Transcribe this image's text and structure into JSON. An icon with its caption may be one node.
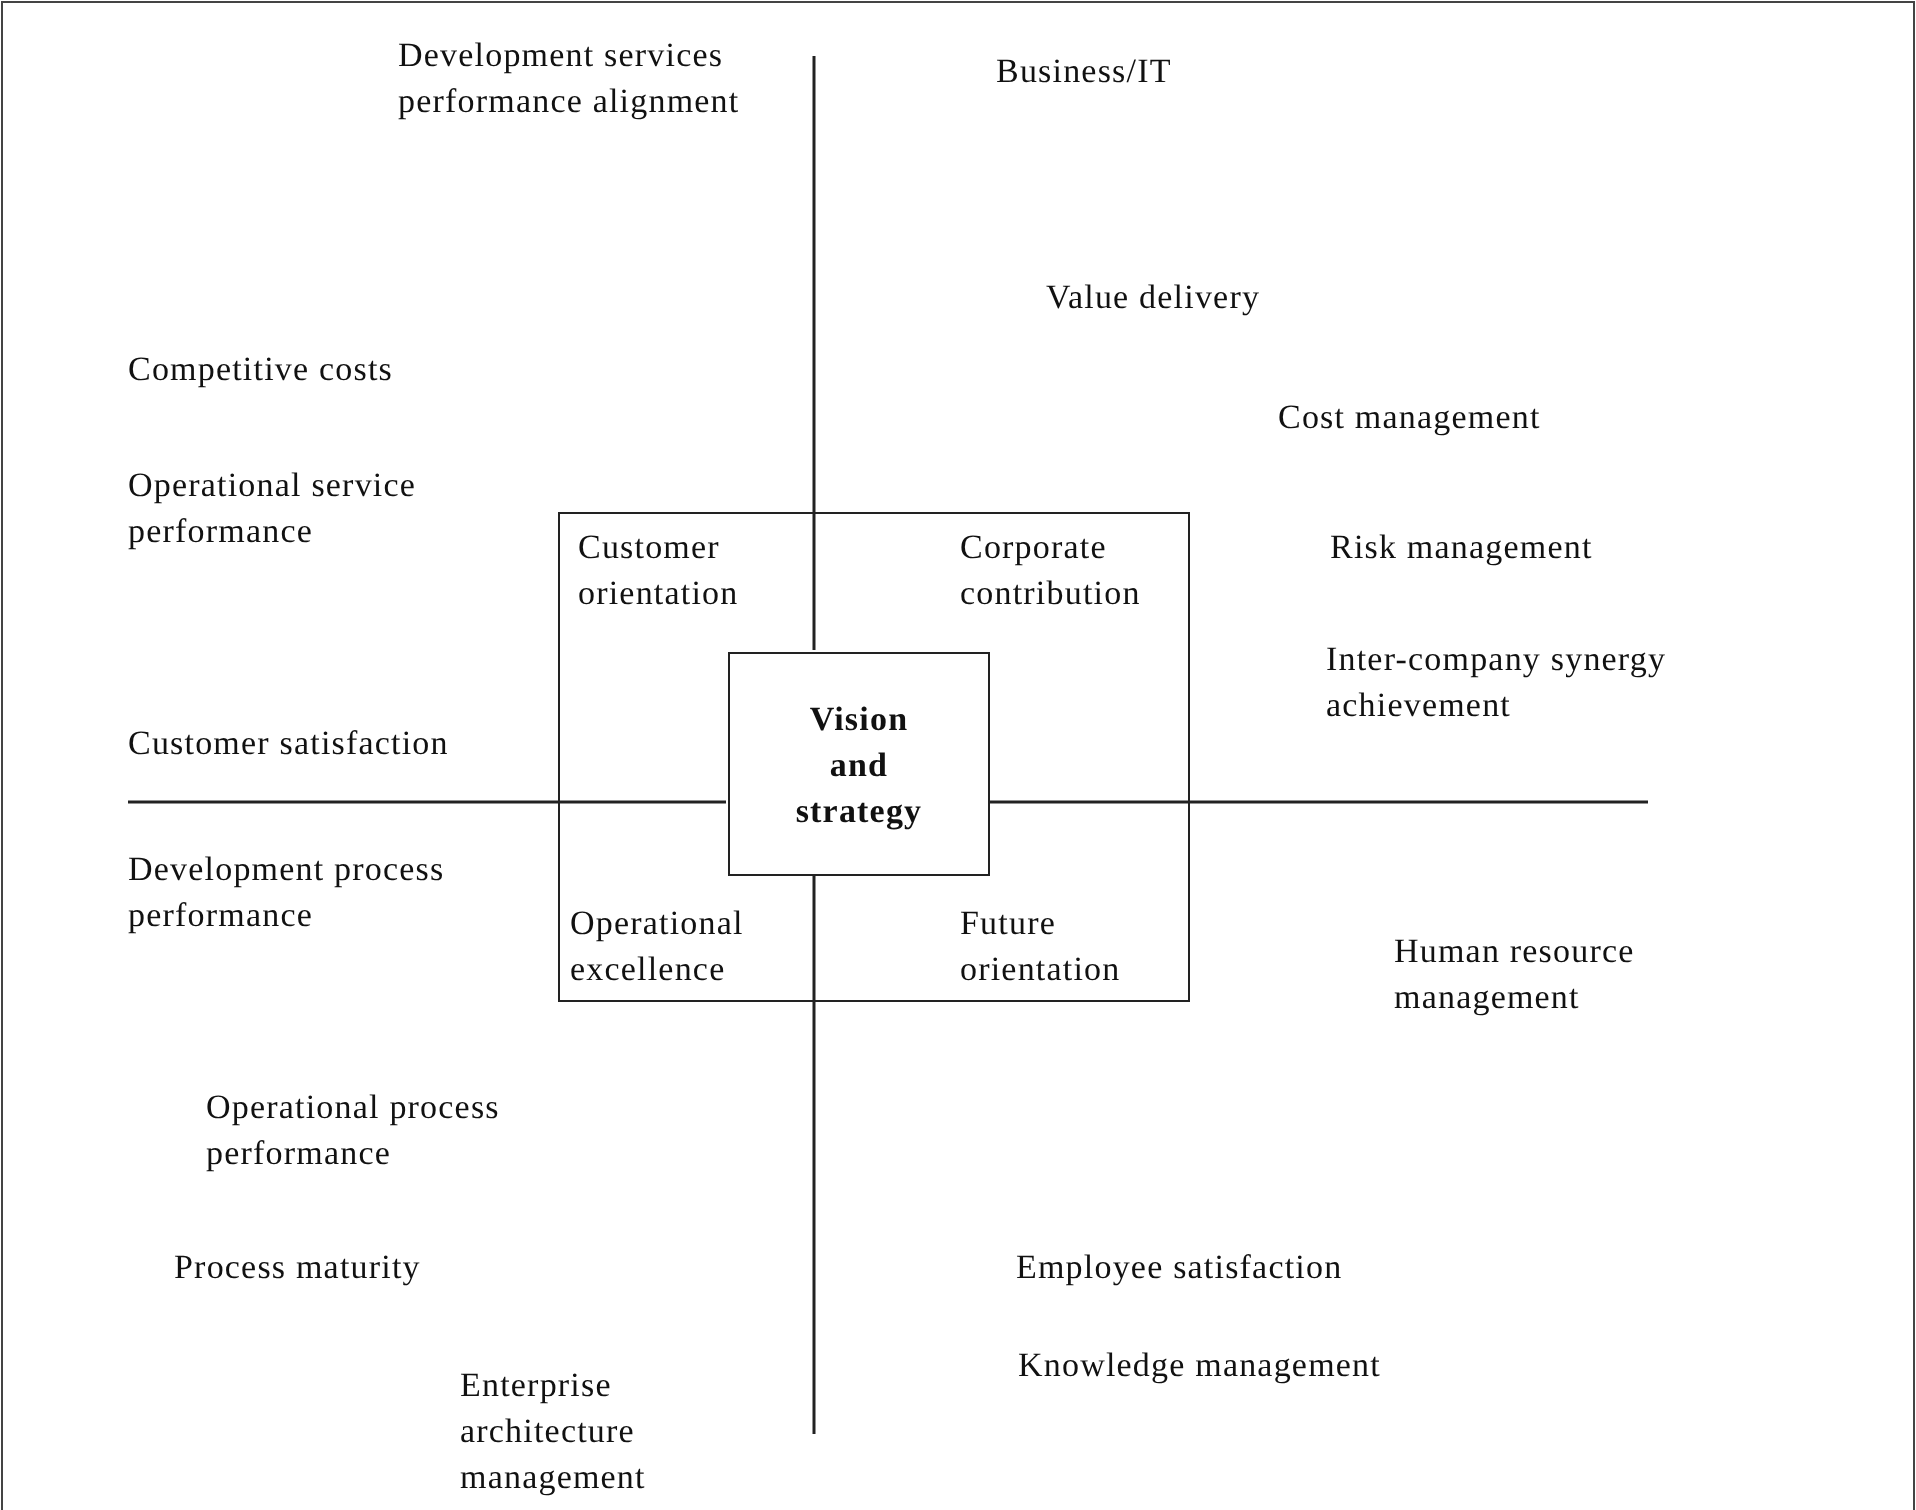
{
  "diagram": {
    "nodes": [
      {
        "text": [
          "Customer orientation",
          "Corporate contribution",
          "Operational excellence",
          "Future orientation"
        ]
      },
      {
        "text": [
          "Vision and strategy"
        ],
        "in": 0
      }
    ],
    "labels": [
      "Development services performance alignment",
      "Business/IT",
      "Value delivery",
      "Competitive costs",
      "Cost management",
      "Operational service performance",
      "Risk management",
      "Inter-company synergy achievement",
      "Customer satisfaction",
      "Development process performance",
      "Human resource management",
      "Operational process performance",
      "Process maturity",
      "Employee satisfaction",
      "Knowledge management",
      "Enterprise architecture management"
    ]
  }
}
